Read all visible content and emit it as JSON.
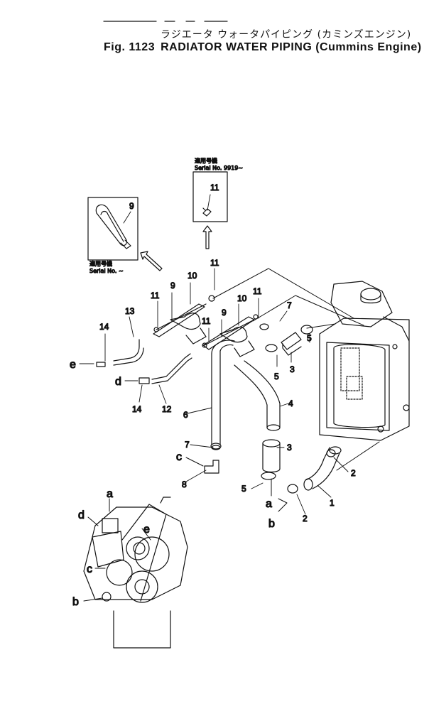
{
  "title": {
    "japanese": "ラジエータ ウォータパイピング (カミンズエンジン)",
    "fig_number": "Fig. 1123",
    "english": "RADIATOR WATER PIPING (Cummins Engine)"
  },
  "notes": {
    "serial_top_jp": "適用号機",
    "serial_top": "Serial No. 9919~",
    "serial_left_jp": "適用号機",
    "serial_left": "Serial No. ~"
  },
  "callouts": {
    "c1": "1",
    "c2a": "2",
    "c2b": "2",
    "c3a": "3",
    "c3b": "3",
    "c4": "4",
    "c5a": "5",
    "c5b": "5",
    "c5c": "5",
    "c6": "6",
    "c7a": "7",
    "c7b": "7",
    "c8": "8",
    "c9a": "9",
    "c9b": "9",
    "c9c": "9",
    "c10a": "10",
    "c10b": "10",
    "c11a": "11",
    "c11b": "11",
    "c11c": "11",
    "c11d": "11",
    "c11e": "11",
    "c12": "12",
    "c13": "13",
    "c14a": "14",
    "c14b": "14"
  },
  "letters": {
    "a1": "a",
    "a2": "a",
    "b1": "b",
    "b2": "b",
    "c1": "c",
    "c2": "c",
    "d1": "d",
    "d2": "d",
    "e1": "e",
    "e2": "e"
  }
}
